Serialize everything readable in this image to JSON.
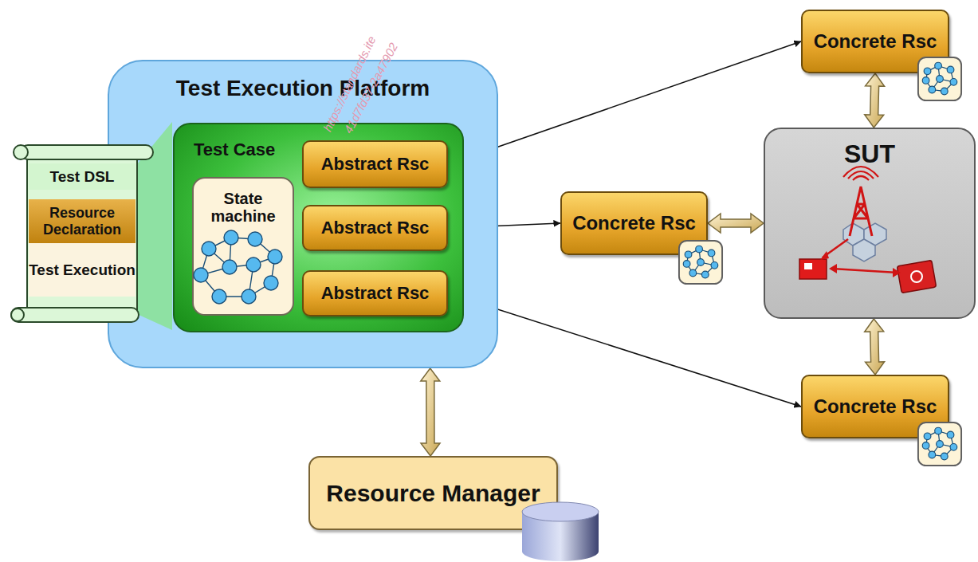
{
  "diagram": {
    "nodes": [
      {
        "text": [
          "Test DSL"
        ]
      },
      {
        "text": [
          "Resource Declaration"
        ]
      },
      {
        "text": [
          "Test Execution"
        ]
      },
      {
        "text": [
          "Test Execution Platform"
        ]
      },
      {
        "text": [
          "Test Case"
        ],
        "in": 3
      },
      {
        "text": [
          "State machine"
        ],
        "in": 4
      },
      {
        "text": [
          "Abstract Rsc"
        ],
        "in": 4
      },
      {
        "text": [
          "Abstract Rsc"
        ],
        "in": 4
      },
      {
        "text": [
          "Abstract Rsc"
        ],
        "in": 4
      },
      {
        "text": [
          "Concrete Rsc"
        ]
      },
      {
        "text": [
          "Concrete Rsc"
        ]
      },
      {
        "text": [
          "SUT"
        ]
      },
      {
        "text": [
          "Concrete Rsc"
        ]
      },
      {
        "text": [
          "Resource Manager"
        ]
      }
    ],
    "edges": [
      {
        "from": 6,
        "to": 9,
        "arrow": "both"
      },
      {
        "from": 7,
        "to": 10,
        "arrow": "both"
      },
      {
        "from": 8,
        "to": 12,
        "arrow": "both"
      },
      {
        "from": 9,
        "to": 11,
        "arrow": "both"
      },
      {
        "from": 10,
        "to": 11,
        "arrow": "both"
      },
      {
        "from": 11,
        "to": 12,
        "arrow": "both"
      },
      {
        "from": 3,
        "to": 13,
        "arrow": "both"
      }
    ],
    "labels": [
      "https://standards.ite",
      "41d7fd37-2a47902"
    ]
  }
}
